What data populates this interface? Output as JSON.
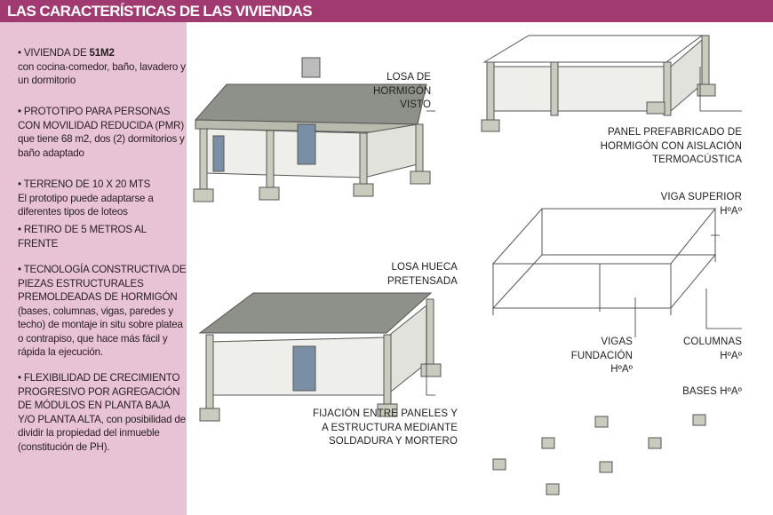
{
  "header": {
    "title": "LAS CARACTERÍSTICAS DE LAS VIVIENDAS"
  },
  "features": [
    {
      "head": "• VIVIENDA DE ",
      "bold": "51M2",
      "text": "con cocina-comedor, baño, lavadero y un dormitorio"
    },
    {
      "head": "• PROTOTIPO PARA PERSONAS CON MOVILIDAD REDUCIDA (PMR)",
      "text": "que tiene 68 m2, dos (2) dormitorios y baño adaptado"
    },
    {
      "head": "• TERRENO DE 10 X 20 MTS",
      "text": "El prototipo puede adaptarse a diferentes tipos de loteos"
    },
    {
      "head": "• RETIRO DE 5 METROS AL FRENTE",
      "text": ""
    },
    {
      "head": "• TECNOLOGÍA CONSTRUCTIVA DE PIEZAS ESTRUCTURALES PREMOLDEADAS DE HORMIGÓN",
      "text": "(bases, columnas, vigas, paredes y techo) de montaje in situ sobre platea o contrapiso, que hace más fácil y rápida la ejecución."
    },
    {
      "head": "• FLEXIBILIDAD DE CRECIMIENTO PROGRESIVO POR AGREGACIÓN DE MÓDULOS EN PLANTA BAJA Y/O PLANTA ALTA,",
      "text": "con posibilidad de dividir la propiedad del inmueble (constitución de PH)."
    }
  ],
  "labels": {
    "losa_hormigon": [
      "LOSA DE",
      "HORMIGÓN",
      "VISTO"
    ],
    "panel": [
      "PANEL PREFABRICADO DE",
      "HORMIGÓN CON AISLACIÓN",
      "TERMOACÚSTICA"
    ],
    "viga_superior": [
      "VIGA SUPERIOR",
      "HºAº"
    ],
    "losa_hueca": [
      "LOSA HUECA",
      "PRETENSADA"
    ],
    "vigas_fundacion": [
      "VIGAS",
      "FUNDACIÓN",
      "HºAº"
    ],
    "columnas": [
      "COLUMNAS",
      "HºAº"
    ],
    "bases": [
      "BASES  HºAº"
    ],
    "fijacion": [
      "FIJACIÓN ENTRE PANELES Y",
      "A ESTRUCTURA MEDIANTE",
      "SOLDADURA Y MORTERO"
    ]
  },
  "colors": {
    "header": "#a23a72",
    "sidebar": "#e8c3d5",
    "concrete": "#c9cbbf",
    "roof": "#8e9189"
  }
}
